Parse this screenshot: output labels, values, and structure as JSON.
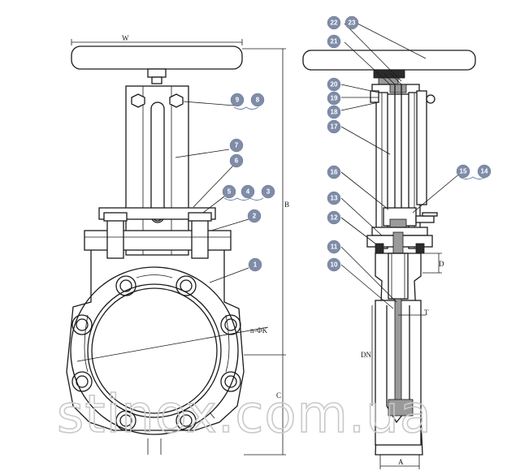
{
  "callouts": {
    "c1": "1",
    "c2": "2",
    "c3": "3",
    "c4": "4",
    "c5": "5",
    "c6": "6",
    "c7": "7",
    "c8": "8",
    "c9": "9",
    "c10": "10",
    "c11": "11",
    "c12": "12",
    "c13": "13",
    "c14": "14",
    "c15": "15",
    "c16": "16",
    "c17": "17",
    "c18": "18",
    "c19": "19",
    "c20": "20",
    "c21": "21",
    "c22": "22",
    "c23": "23"
  },
  "dimensions": {
    "handwheel": "W",
    "height_b": "B",
    "height_c": "C",
    "bolt_circle": "n-ФK",
    "flange_d": "D",
    "nominal": "DN",
    "thickness": "T",
    "face_a": "A"
  },
  "watermark": "stinox.com.ua",
  "colors": {
    "badge": "#7f8ca8",
    "line": "#1a1a1a"
  }
}
